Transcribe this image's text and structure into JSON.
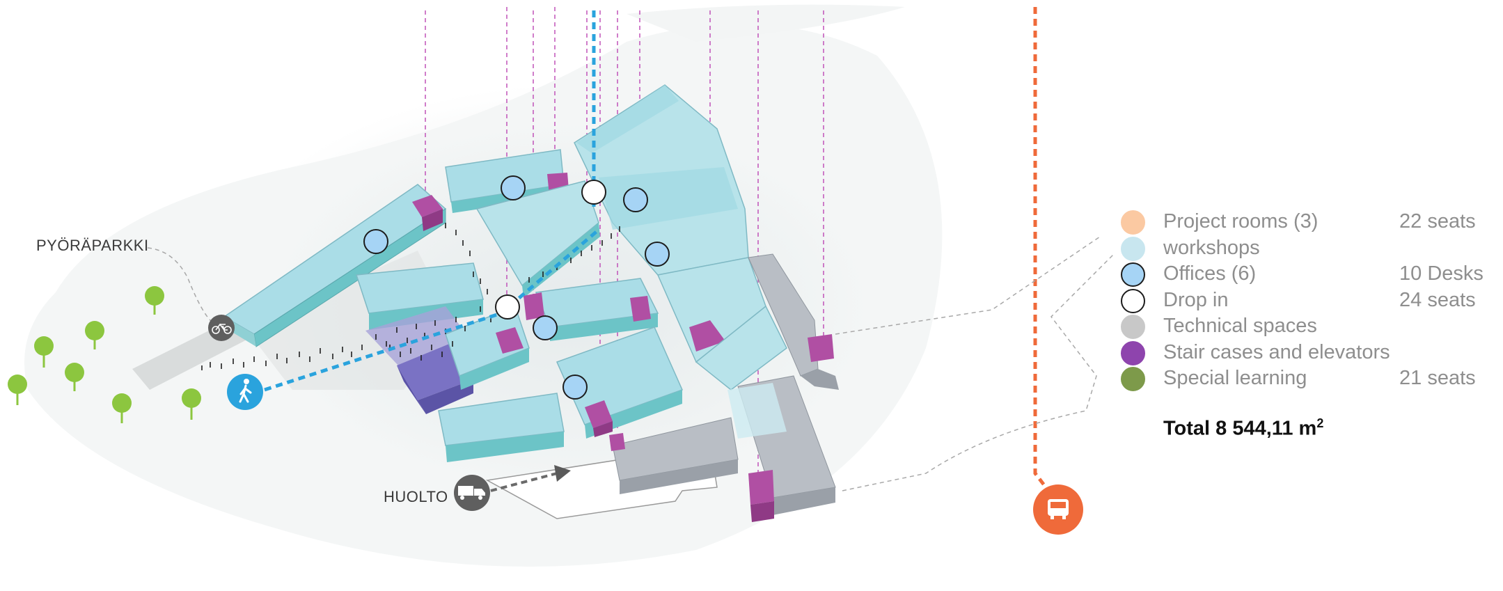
{
  "labels": {
    "bike_parking": "PYÖRÄPARKKI",
    "service": "HUOLTO"
  },
  "legend": [
    {
      "label": "Project rooms (3)",
      "value": "22 seats",
      "color": "#fbc9a2",
      "border": "#fbc9a2"
    },
    {
      "label": "workshops",
      "value": "",
      "color": "#c8e6ef",
      "border": "#c8e6ef"
    },
    {
      "label": "Offices (6)",
      "value": "10 Desks",
      "color": "#a6d4f5",
      "border": "#1c1c1c"
    },
    {
      "label": "Drop in",
      "value": "24 seats",
      "color": "#ffffff",
      "border": "#1c1c1c"
    },
    {
      "label": "Technical spaces",
      "value": "",
      "color": "#c8c8c8",
      "border": "#c8c8c8"
    },
    {
      "label": "Stair cases and elevators",
      "value": "",
      "color": "#8e44ad",
      "border": "#8e44ad"
    },
    {
      "label": "Special learning",
      "value": "21 seats",
      "color": "#7d9a4a",
      "border": "#7d9a4a"
    }
  ],
  "total": {
    "prefix": "Total 8 544,11 m",
    "superscript": "2"
  },
  "colors": {
    "workshop": "#a9dce6",
    "workshop_light": "#cdebf1",
    "stair": "#a8479c",
    "technical": "#b9bec5",
    "special": "#6a62b8",
    "bus": "#ef6a3a",
    "pedestrian": "#2aa3dd",
    "tree": "#8cc63f"
  },
  "icons": [
    "bicycle-icon",
    "pedestrian-icon",
    "truck-icon",
    "bus-icon",
    "tree-icon"
  ]
}
